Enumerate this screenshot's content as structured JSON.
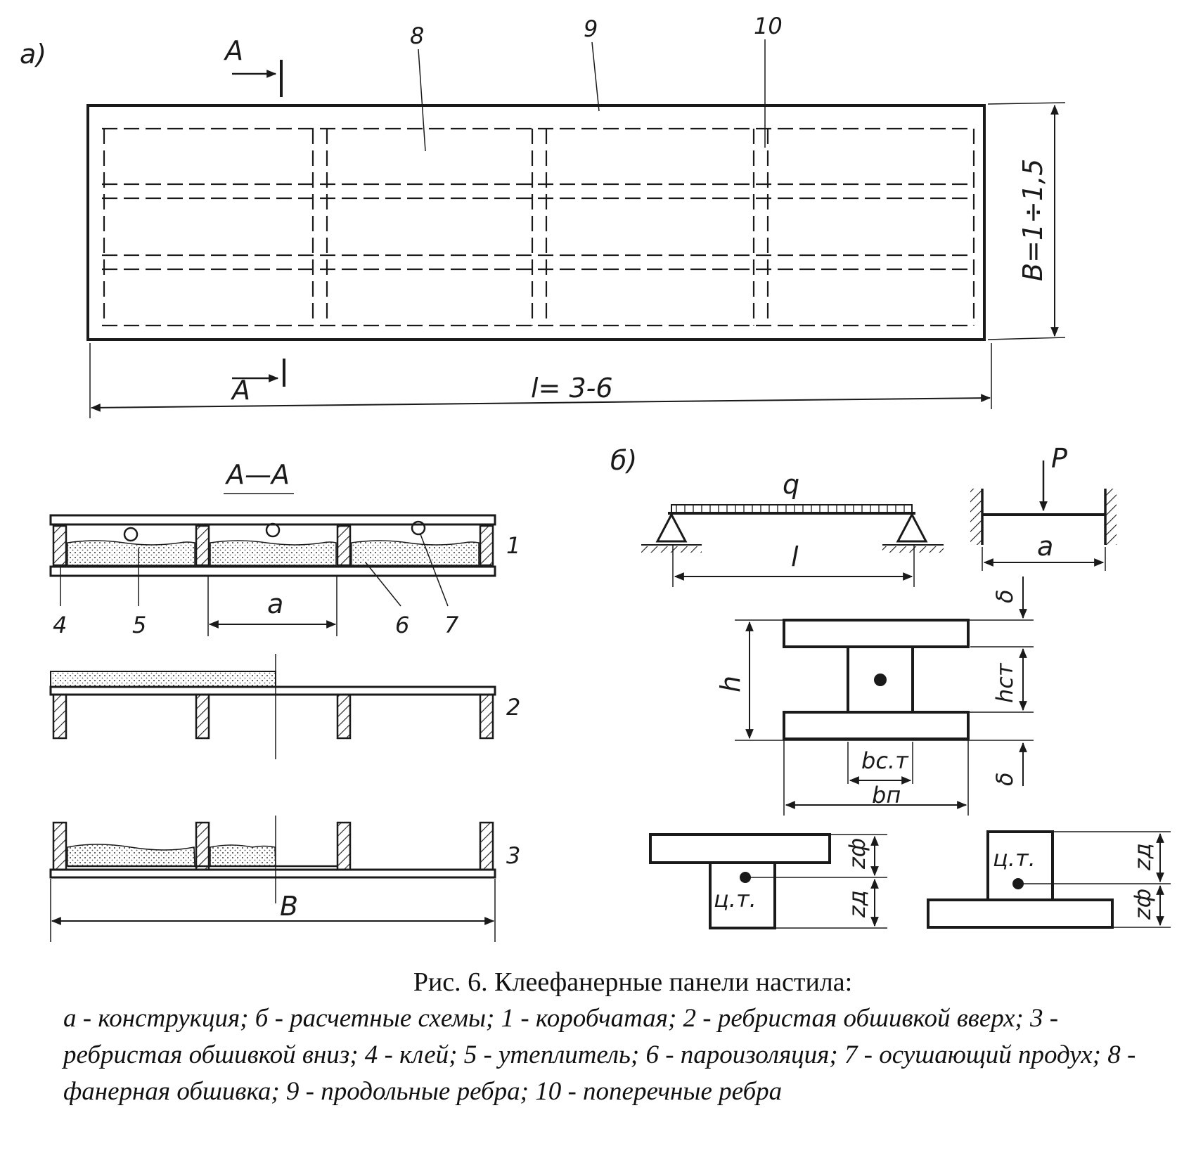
{
  "panel_a": {
    "label": "а)",
    "section_mark": "A",
    "callouts": [
      "8",
      "9",
      "10"
    ],
    "dim_length": "l= 3-6",
    "dim_width": "B=1÷1,5"
  },
  "section_aa": {
    "title": "A—A",
    "variant_labels": [
      "1",
      "2",
      "3"
    ],
    "callouts": [
      "4",
      "5",
      "6",
      "7"
    ],
    "dim_a": "a",
    "dim_b": "B"
  },
  "panel_b": {
    "label": "б)",
    "load_q": "q",
    "span_l": "l",
    "load_p": "P",
    "span_a": "a",
    "dim_h": "h",
    "dim_hct": "hст",
    "dim_delta_top": "δ",
    "dim_delta_bottom": "δ",
    "dim_bct": "bс.т",
    "dim_bp": "bп",
    "zf_1": "zф",
    "zd_1": "zд",
    "ct_1": "ц.т.",
    "zd_2": "zд",
    "zf_2": "zф",
    "ct_2": "ц.т."
  },
  "caption": {
    "title": "Рис. 6. Клеефанерные панели настила:",
    "text": "а - конструкция; б - расчетные схемы; 1 - коробчатая; 2 - ребристая обшивкой вверх; 3 - ребристая обшивкой вниз; 4 - клей; 5 - утеплитель; 6 - пароизоляция; 7 - осушающий продух; 8 - фанерная обшивка; 9 - продольные ребра; 10 - поперечные ребра"
  }
}
